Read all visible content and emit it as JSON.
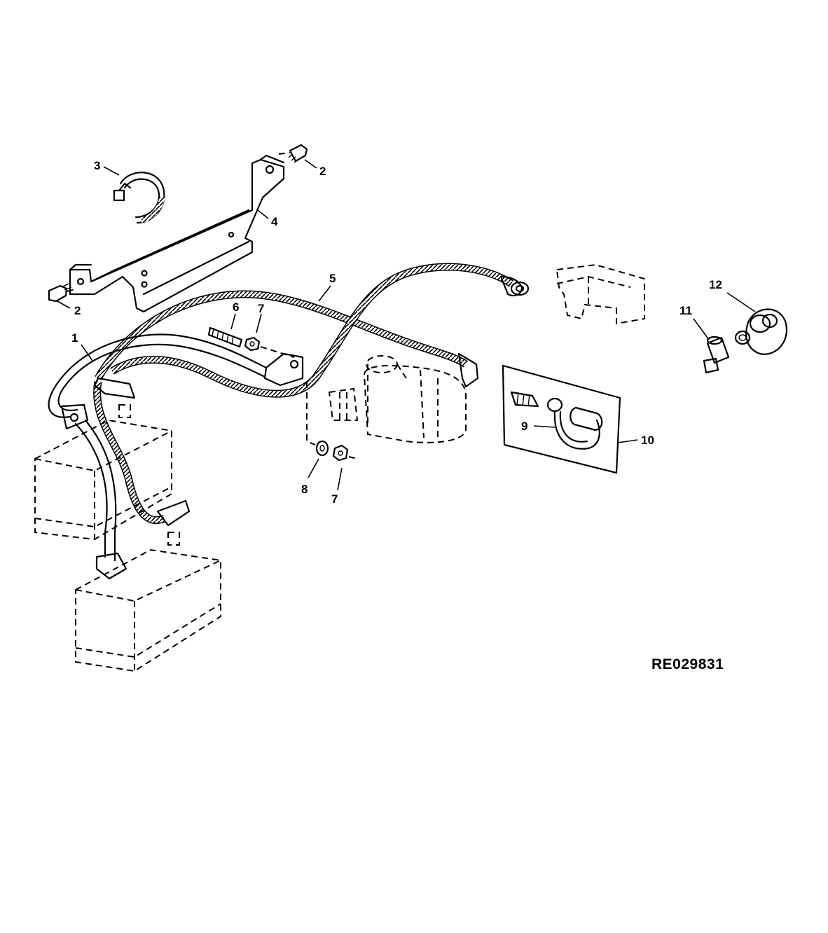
{
  "diagram": {
    "figure_id": "RE029831",
    "callouts": {
      "c1": "1",
      "c2a": "2",
      "c2b": "2",
      "c3": "3",
      "c4": "4",
      "c5": "5",
      "c6": "6",
      "c7a": "7",
      "c7b": "7",
      "c8": "8",
      "c9": "9",
      "c10": "10",
      "c11": "11",
      "c12": "12"
    }
  }
}
